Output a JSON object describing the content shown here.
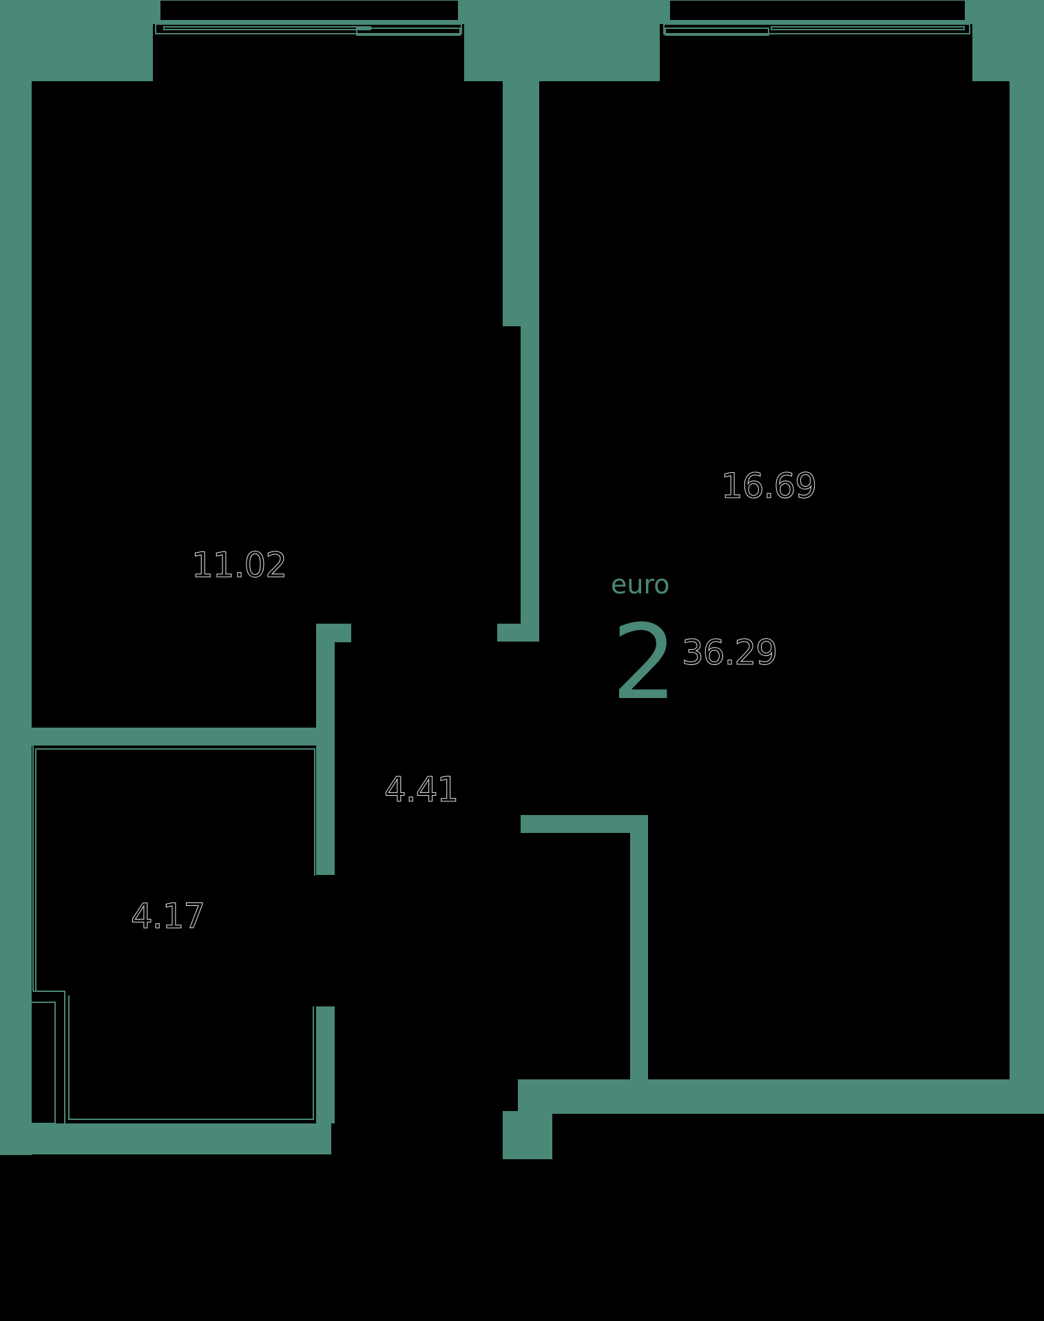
{
  "plan": {
    "class_name": "euro",
    "room_count": "2",
    "total_area": "36.29",
    "colors": {
      "wall": "#4a8878",
      "background": "#000000",
      "label_stroke": "#e6e6e6"
    },
    "rooms": [
      {
        "id": "bedroom",
        "area": "11.02"
      },
      {
        "id": "living-kitchen",
        "area": "16.69"
      },
      {
        "id": "hallway",
        "area": "4.41"
      },
      {
        "id": "bathroom",
        "area": "4.17"
      }
    ]
  }
}
